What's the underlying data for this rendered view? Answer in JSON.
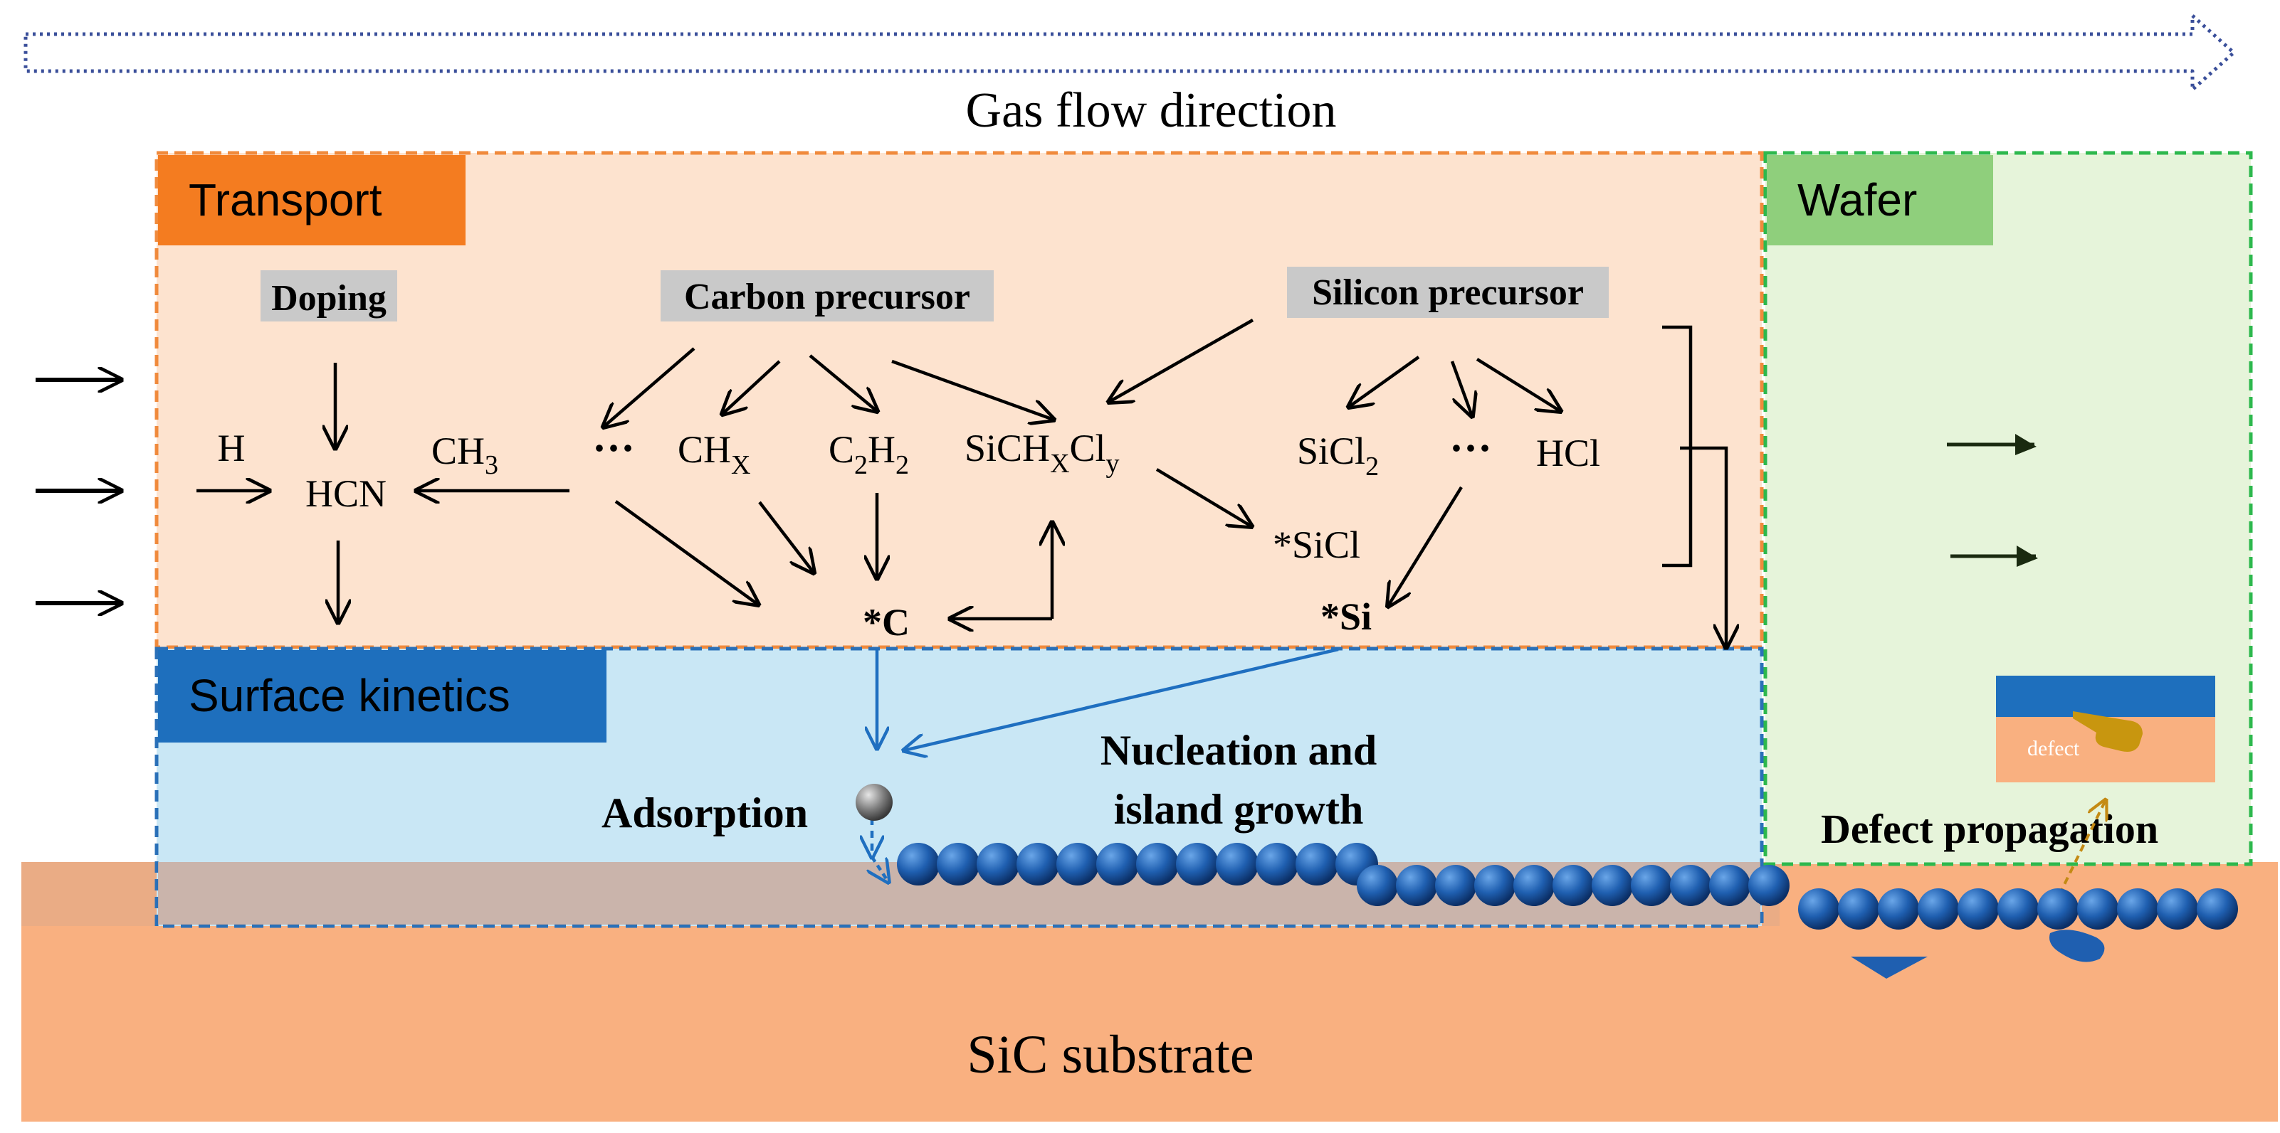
{
  "header": {
    "flow_label": "Gas flow direction"
  },
  "regions": {
    "transport": {
      "label": "Transport"
    },
    "wafer": {
      "label": "Wafer"
    },
    "surface": {
      "label": "Surface kinetics"
    },
    "substrate": {
      "label": "SiC substrate"
    }
  },
  "groups": {
    "doping": "Doping",
    "carbon": "Carbon precursor",
    "silicon": "Silicon precursor"
  },
  "species": {
    "h": "H",
    "hcn": "HCN",
    "ch3": "CH",
    "ch3_sub": "3",
    "dots1": "···",
    "chx": "CH",
    "chx_sub": "X",
    "c2h2_a": "C",
    "c2h2_s1": "2",
    "c2h2_b": "H",
    "c2h2_s2": "2",
    "sichxcly_a": "SiCH",
    "sichxcly_s1": "X",
    "sichxcly_b": "Cl",
    "sichxcly_s2": "y",
    "sicl2_a": "SiCl",
    "sicl2_s": "2",
    "dots2": "···",
    "hcl": "HCl",
    "star_sicl": "*SiCl",
    "star_c": "*C",
    "star_si": "*Si"
  },
  "process_labels": {
    "adsorption": "Adsorption",
    "nucleation_1": "Nucleation and",
    "nucleation_2": "island growth",
    "defect_propagation": "Defect propagation",
    "defect_inset": "defect"
  },
  "colors": {
    "transport_fill": "#fde3cf",
    "transport_border": "#f08a3c",
    "transport_tag": "#f47c20",
    "wafer_fill": "#e6f4da",
    "wafer_border": "#2db84d",
    "wafer_tag": "#8fcf7c",
    "surface_fill": "#c9e7f5",
    "surface_border": "#2a70b8",
    "surface_tag": "#1e6fbd",
    "substrate": "#f9b080",
    "atom": "#1f5fb0",
    "defect_gold": "#d4a017",
    "group_label_bg": "#c9c9c9",
    "flow_arrow": "#3a4f9a"
  }
}
